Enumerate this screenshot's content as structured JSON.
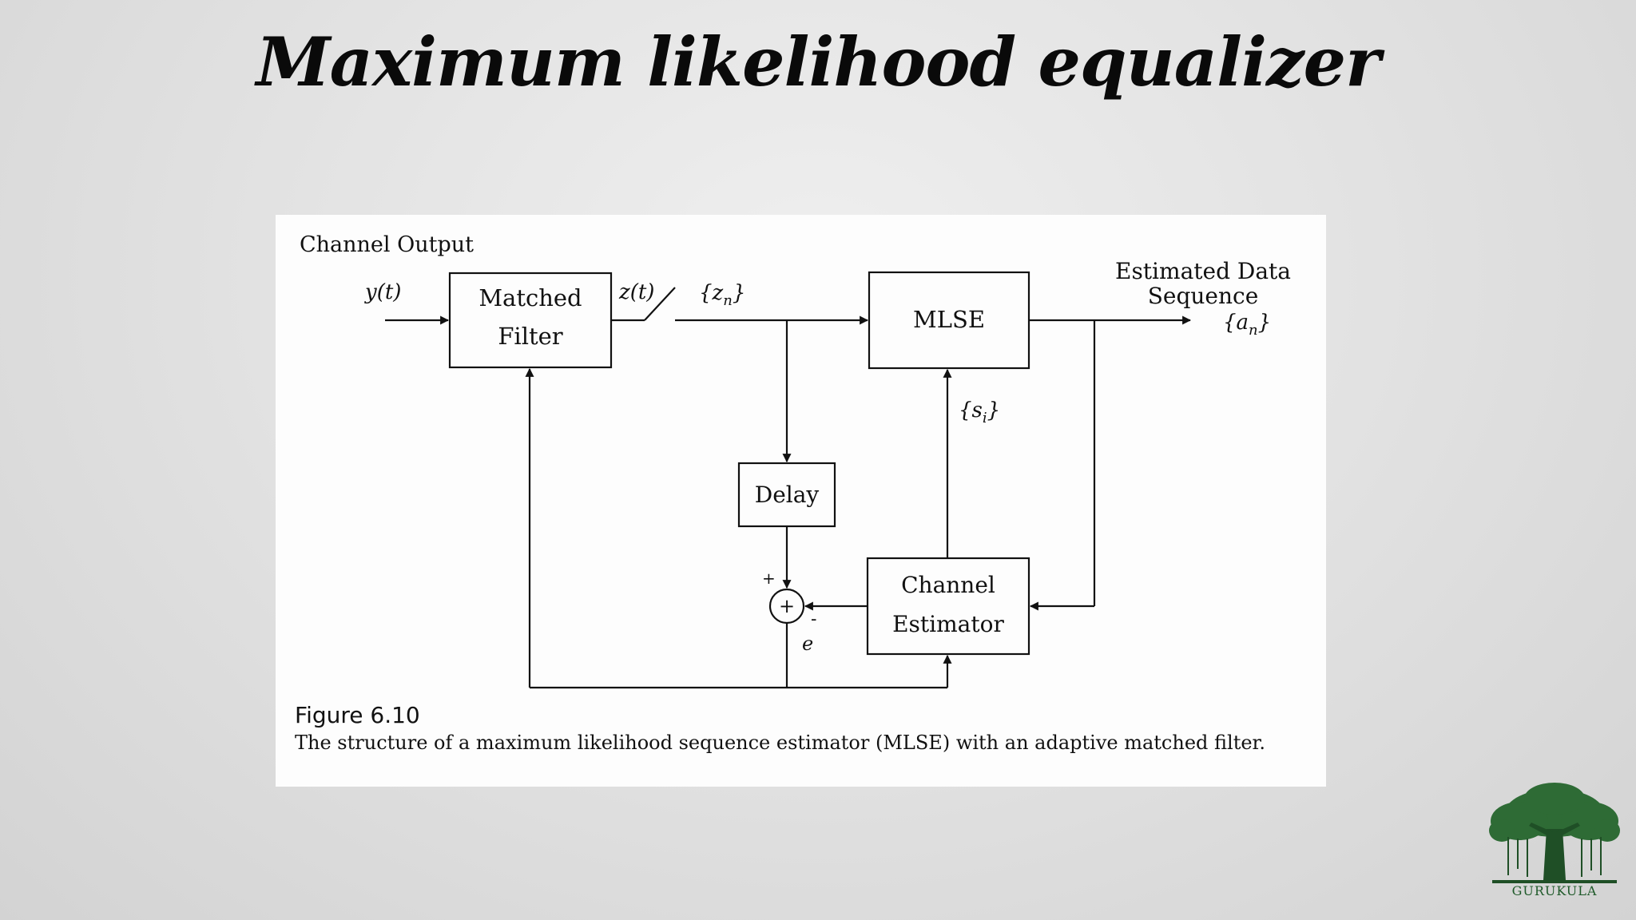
{
  "slide": {
    "title": "Maximum likelihood equalizer"
  },
  "diagram": {
    "labels": {
      "channel_output": "Channel Output",
      "input_signal": "y(t)",
      "sampled_signal": "z(t)",
      "samples": "{zn}",
      "samples_base": "{z",
      "samples_sub": "n",
      "samples_close": "}",
      "estimated_data_line1": "Estimated Data",
      "estimated_data_line2": "Sequence",
      "output_base": "{a",
      "output_sub": "n",
      "output_close": "}",
      "channel_params_base": "{s",
      "channel_params_sub": "i",
      "channel_params_close": "}",
      "plus_sign": "+",
      "minus_sign": "-",
      "error_label": "e",
      "summer_symbol": "+"
    },
    "blocks": {
      "matched_filter_line1": "Matched",
      "matched_filter_line2": "Filter",
      "mlse": "MLSE",
      "delay": "Delay",
      "channel_estimator_line1": "Channel",
      "channel_estimator_line2": "Estimator"
    }
  },
  "caption": {
    "figure_number": "Figure 6.10",
    "text": "The structure of a maximum likelihood sequence estimator (MLSE) with an adaptive matched filter."
  },
  "logo": {
    "text": "GURUKULA",
    "color": "#1f5a2a"
  }
}
